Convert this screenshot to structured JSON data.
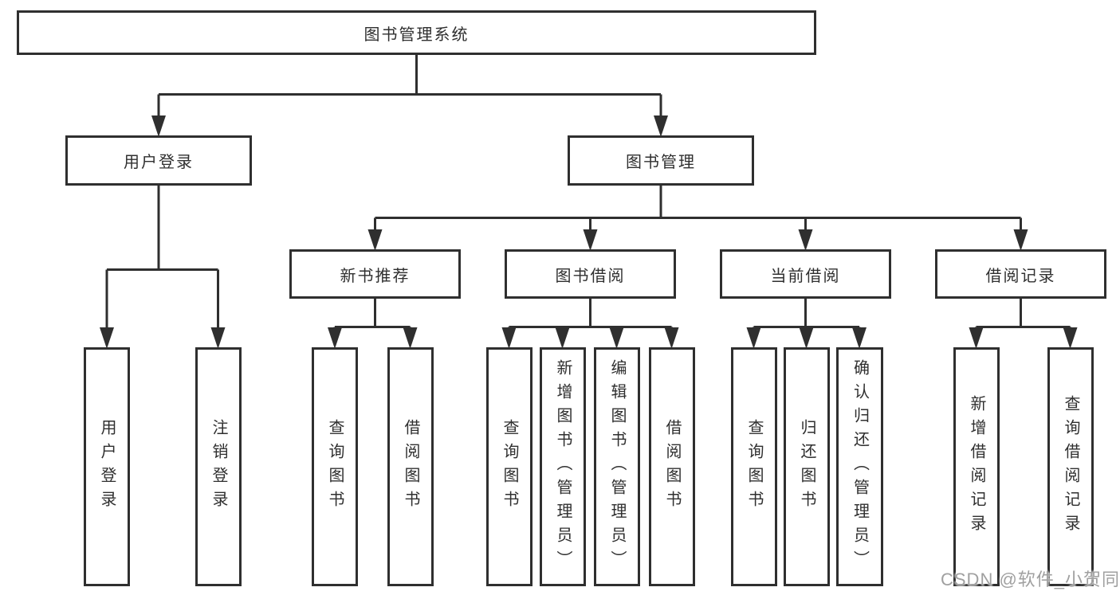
{
  "diagram_title": "图书管理系统",
  "nodes": {
    "root": {
      "label": "图书管理系统"
    },
    "user_login": {
      "label": "用户登录"
    },
    "book_mgmt": {
      "label": "图书管理"
    },
    "ul_login": {
      "label": "用户登录"
    },
    "ul_logout": {
      "label": "注销登录"
    },
    "new_book": {
      "label": "新书推荐"
    },
    "book_borrow": {
      "label": "图书借阅"
    },
    "current_borrow": {
      "label": "当前借阅"
    },
    "borrow_record": {
      "label": "借阅记录"
    },
    "nb_query": {
      "label": "查询图书"
    },
    "nb_borrow": {
      "label": "借阅图书"
    },
    "bb_query": {
      "label": "查询图书"
    },
    "bb_add": {
      "label": "新增图书（管理员）"
    },
    "bb_edit": {
      "label": "编辑图书（管理员）"
    },
    "bb_borrow": {
      "label": "借阅图书"
    },
    "cb_query": {
      "label": "查询图书"
    },
    "cb_return": {
      "label": "归还图书"
    },
    "cb_confirm": {
      "label": "确认归还（管理员）"
    },
    "br_add": {
      "label": "新增借阅记录"
    },
    "br_query": {
      "label": "查询借阅记录"
    }
  },
  "hierarchy": {
    "图书管理系统": {
      "用户登录": [
        "用户登录",
        "注销登录"
      ],
      "图书管理": {
        "新书推荐": [
          "查询图书",
          "借阅图书"
        ],
        "图书借阅": [
          "查询图书",
          "新增图书（管理员）",
          "编辑图书（管理员）",
          "借阅图书"
        ],
        "当前借阅": [
          "查询图书",
          "归还图书",
          "确认归还（管理员）"
        ],
        "借阅记录": [
          "新增借阅记录",
          "查询借阅记录"
        ]
      }
    }
  },
  "watermark": {
    "text": "CSDN @软件_小贺同学"
  },
  "colors": {
    "line": "#2f2f2f",
    "box_border": "#2f2f2f",
    "text": "#2f2f2f",
    "watermark": "#a0a0a0",
    "background": "#ffffff"
  }
}
